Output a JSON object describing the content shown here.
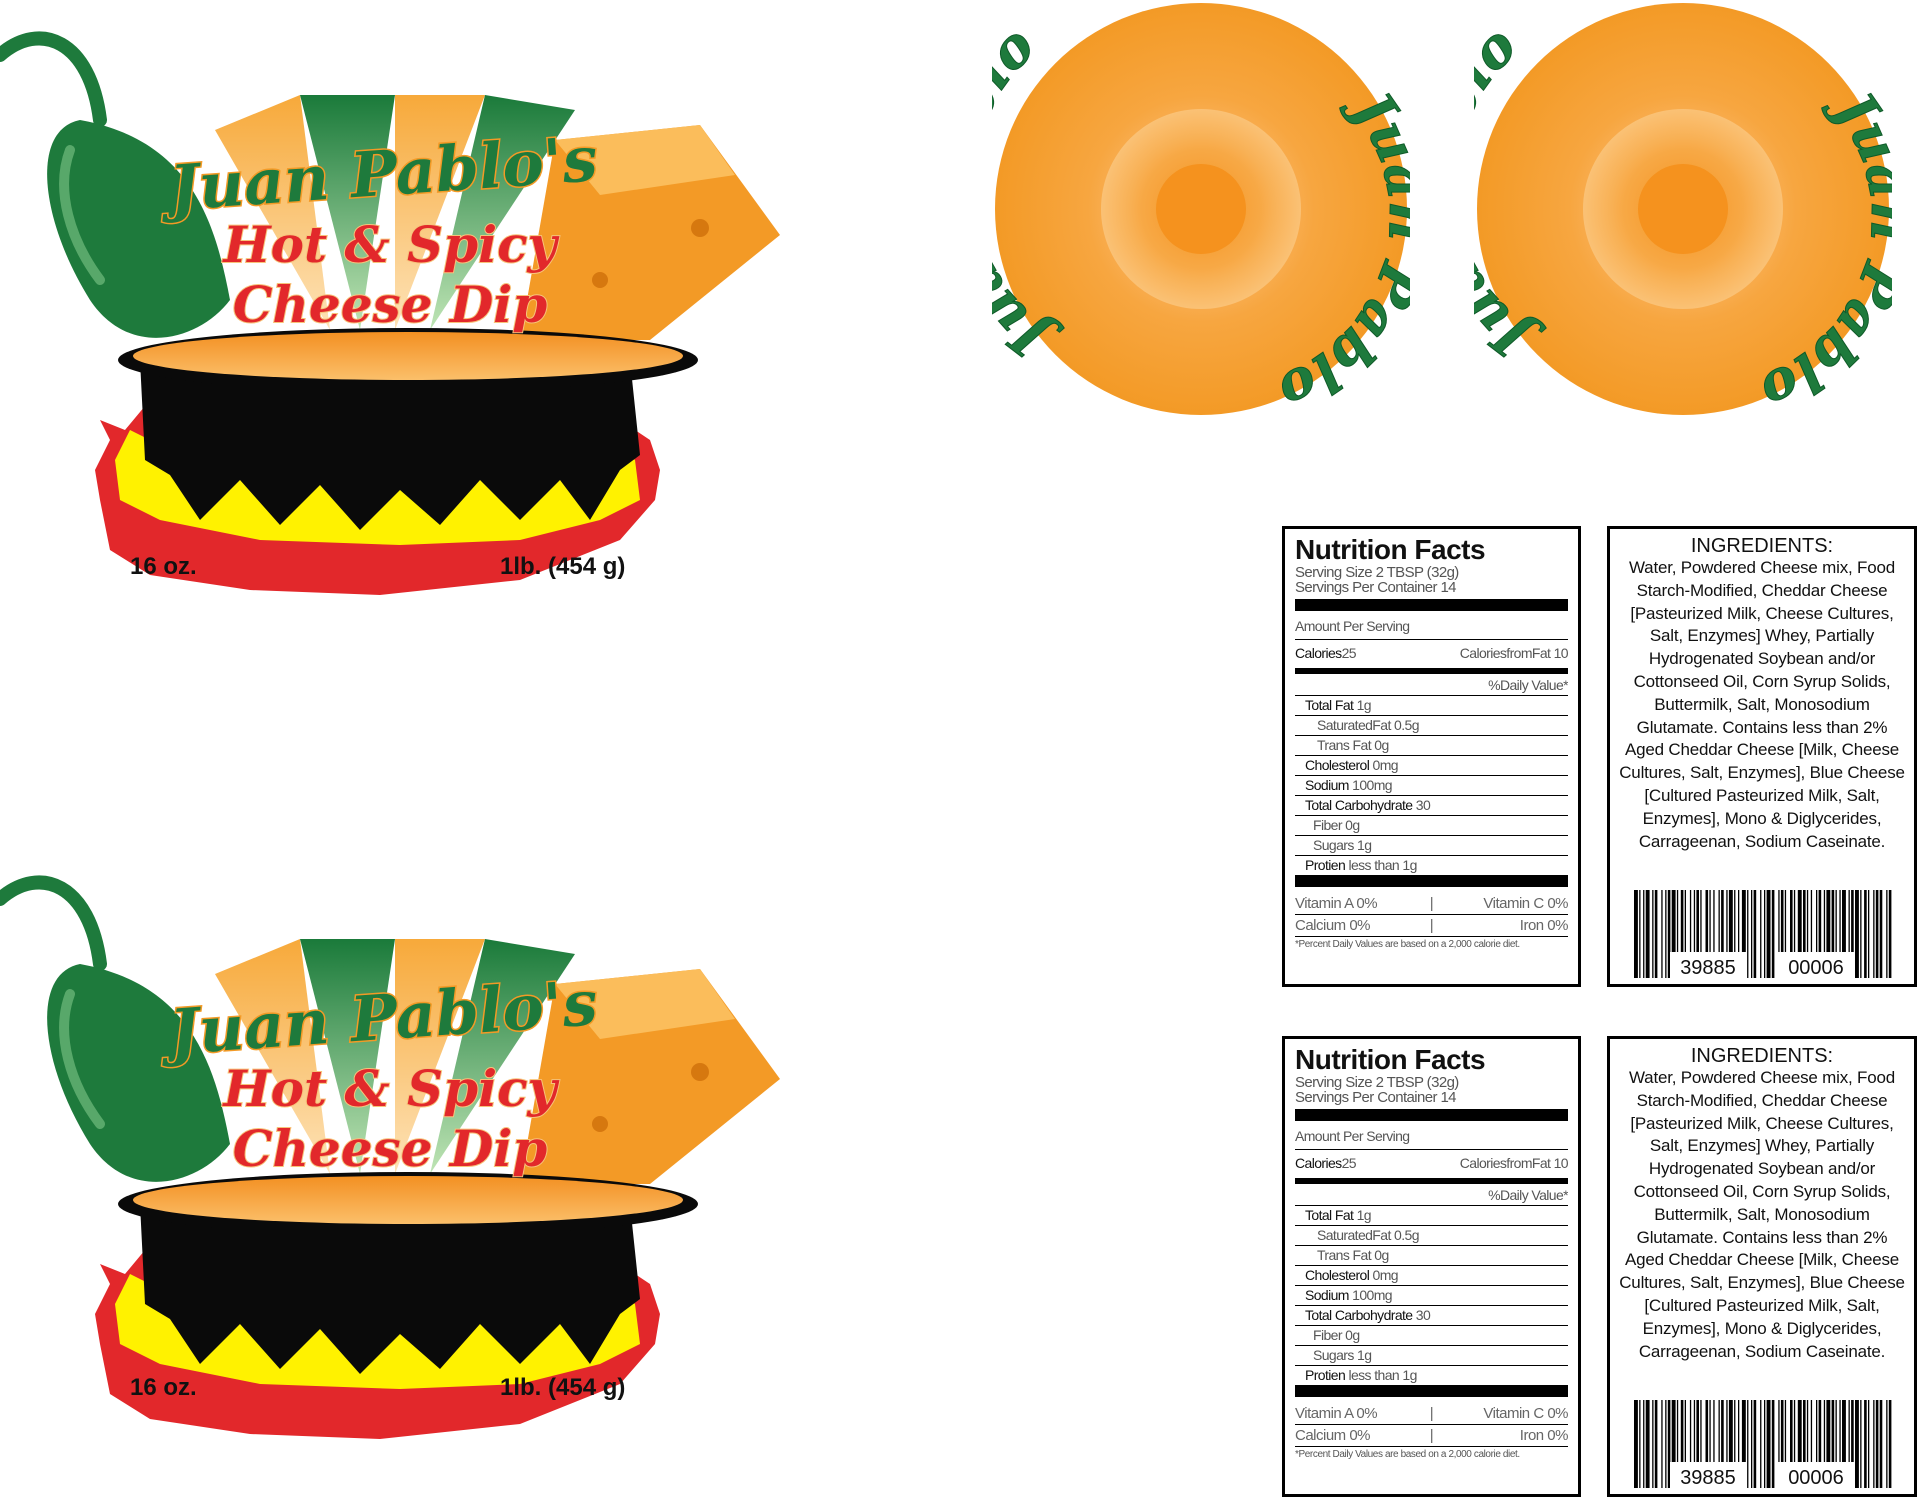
{
  "labels": [
    {
      "brand": "Juan Pablo's",
      "line1": "Hot & Spicy",
      "line2": "Cheese Dip",
      "net_oz": "16 oz.",
      "net_metric": "1lb. (454 g)"
    },
    {
      "brand": "Juan Pablo's",
      "line1": "Hot & Spicy",
      "line2": "Cheese Dip",
      "net_oz": "16 oz.",
      "net_metric": "1lb. (454 g)"
    }
  ],
  "lids": [
    {
      "text_top": "Juan Pablo",
      "text_bottom": "Juan Pablo"
    },
    {
      "text_top": "Juan Pablo",
      "text_bottom": "Juan Pablo"
    }
  ],
  "nutrition": {
    "title": "Nutrition Facts",
    "serving_size": "Serving Size 2 TBSP (32g)",
    "servings": "Servings Per Container 14",
    "amount_per": "Amount Per Serving",
    "calories_label": "Calories",
    "calories_value": "25",
    "calories_fat": "CaloriesfromFat 10",
    "daily_value_header": "%Daily Value*",
    "rows": [
      {
        "label": "Total Fat",
        "value": " 1g"
      },
      {
        "label": "SaturatedFat 0.5g",
        "value": ""
      },
      {
        "label": "Trans Fat 0g",
        "value": ""
      },
      {
        "label": "Cholesterol",
        "value": " 0mg"
      },
      {
        "label": "Sodium",
        "value": " 100mg"
      },
      {
        "label": "Total Carbohydrate",
        "value": " 30"
      },
      {
        "label": "Fiber 0g",
        "value": ""
      },
      {
        "label": "Sugars 1g",
        "value": ""
      },
      {
        "label": "Protien",
        "value": " less than 1g"
      }
    ],
    "vitamin_a": "Vitamin A 0%",
    "vitamin_c": "Vitamin C 0%",
    "calcium": "Calcium 0%",
    "iron": "Iron 0%",
    "separator": "|",
    "footnote": "*Percent Daily Values are based on a 2,000 calorie diet."
  },
  "ingredients": {
    "title": "INGREDIENTS:",
    "text": "Water, Powdered Cheese mix, Food Starch-Modified, Cheddar Cheese [Pasteurized Milk, Cheese Cultures, Salt, Enzymes] Whey, Partially Hydrogenated Soybean and/or Cottonseed Oil, Corn Syrup Solids, Buttermilk, Salt, Monosodium Glutamate. Contains less than 2% Aged Cheddar Cheese [Milk, Cheese Cultures, Salt, Enzymes], Blue Cheese [Cultured Pasteurized Milk, Salt, Enzymes], Mono & Diglycerides, Carrageenan, Sodium Caseinate.",
    "barcode_left": "39885",
    "barcode_right": "00006"
  },
  "colors": {
    "green": "#1e7a3c",
    "orange": "#f39a26",
    "cheese": "#f7a93a",
    "red": "#e2282b",
    "yellow": "#fff200",
    "lid_orange": "#f7a93d"
  }
}
